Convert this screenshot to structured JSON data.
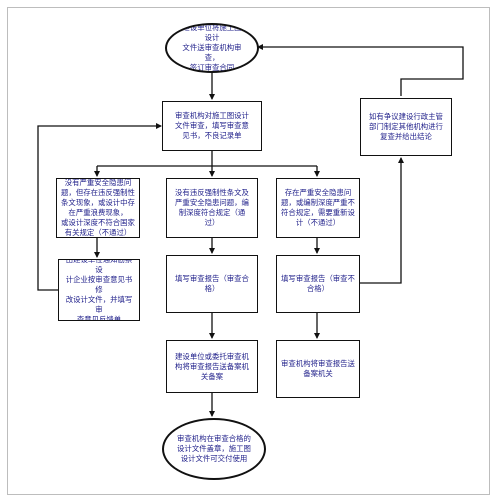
{
  "flowchart": {
    "start": "建设单位将施工图设计\n文件送审查机构审查，\n签订审查合同",
    "review": "审查机构对施工图设计\n文件审查，填写审查意\n见书，不良记录单",
    "branch_left": "没有严重安全隐患问\n题，但存在违反强制性\n条文现象，或设计中存\n在严重浪费现象，\n或设计深度不符合国家\n有关规定（不通过）",
    "branch_middle": "没有违反强制性条文及\n严重安全隐患问题，编\n制深度符合规定（通\n过）",
    "branch_right": "存在严重安全隐患问\n题，或编制深度严重不\n符合规定，需要重新设\n计（不通过）",
    "dispute": "如有争议建设行政主管\n部门制定其他机构进行\n复查并给出结论",
    "revise": "由建设单位通知勘察设\n计企业按审查意见书修\n改设计文件，并填写审\n查意见反馈单",
    "report_pass": "填写审查报告（审查合\n格）",
    "report_fail": "填写审查报告（审查不\n合格）",
    "file_pass": "建设单位或委托审查机\n构将审查报告送备案机\n关备案",
    "file_fail": "审查机构将审查报告送\n备案机关",
    "end": "审查机构在审查合格的\n设计文件盖章，施工图\n设计文件可交付使用"
  }
}
